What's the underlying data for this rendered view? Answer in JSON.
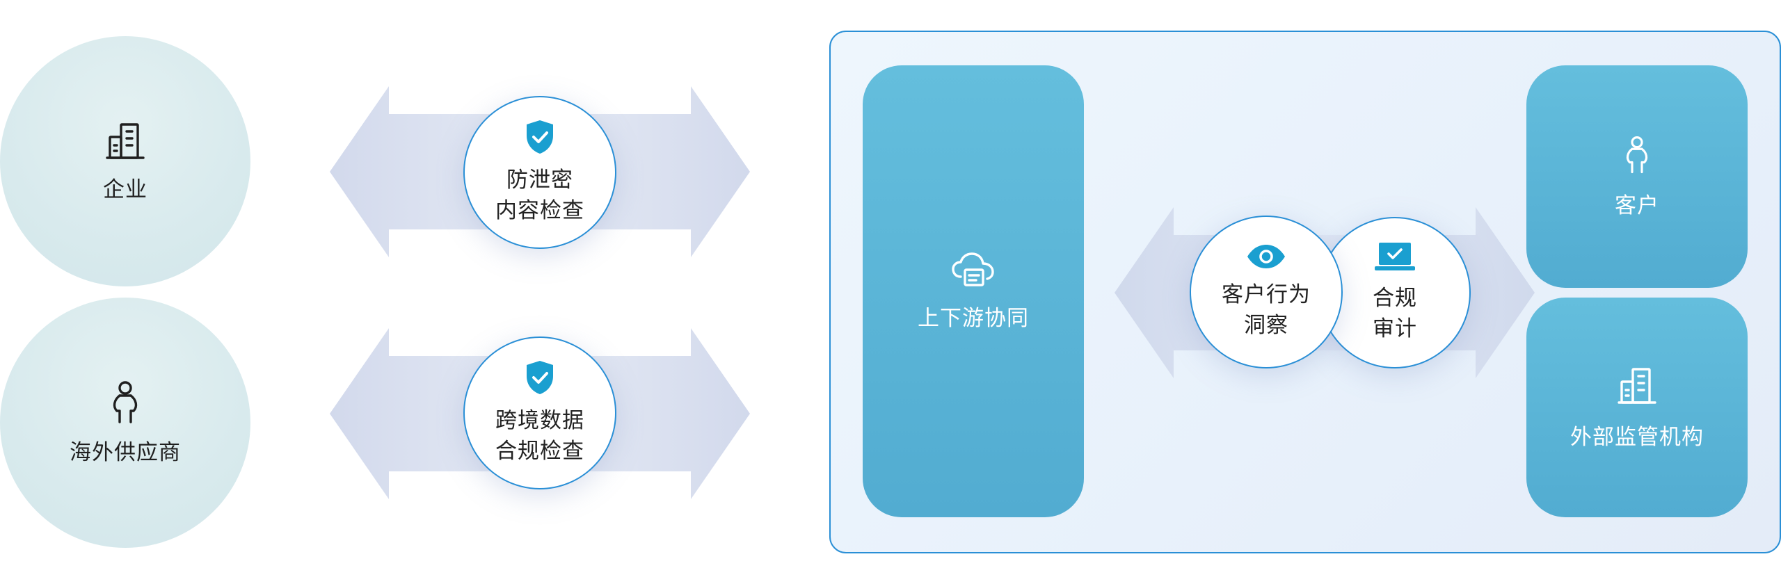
{
  "entities": {
    "enterprise": {
      "label": "企业",
      "icon": "building-icon"
    },
    "overseas_supplier": {
      "label": "海外供应商",
      "icon": "person-icon"
    }
  },
  "checks": {
    "leak_prevention": {
      "line1": "防泄密",
      "line2": "内容检查",
      "icon": "shield-check-icon"
    },
    "cross_border": {
      "line1": "跨境数据",
      "line2": "合规检查",
      "icon": "shield-check-icon"
    }
  },
  "panel": {
    "collaboration": {
      "label": "上下游协同",
      "icon": "cloud-doc-icon"
    },
    "behavior": {
      "line1": "客户行为",
      "line2": "洞察",
      "icon": "eye-icon"
    },
    "audit": {
      "line1": "合规",
      "line2": "审计",
      "icon": "laptop-check-icon"
    },
    "customer": {
      "label": "客户",
      "icon": "person-icon"
    },
    "regulator": {
      "label": "外部监管机构",
      "icon": "building-icon"
    }
  },
  "colors": {
    "accent": "#2a8fd6",
    "block": "#58b3d6",
    "arrow": "#d4dcec",
    "entity": "#dceced"
  }
}
